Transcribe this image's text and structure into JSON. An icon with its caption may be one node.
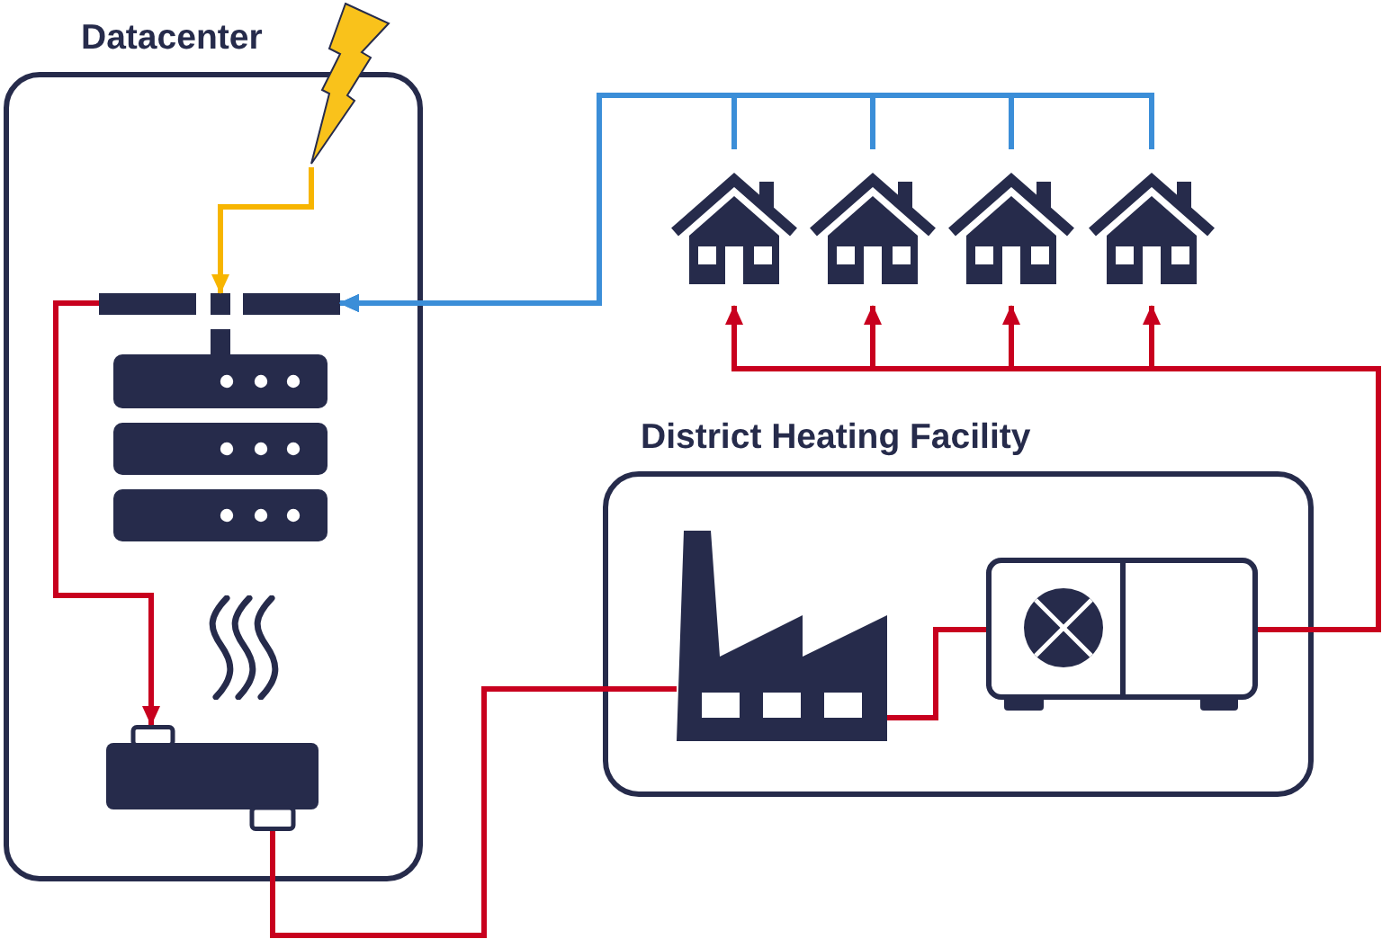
{
  "diagram": {
    "nodes": [
      {
        "text": [
          "Datacenter"
        ]
      },
      {
        "text": [],
        "shape": "picture"
      },
      {
        "text": [],
        "shape": "bar",
        "in": 0
      },
      {
        "text": [],
        "shape": "picture",
        "in": 0
      },
      {
        "text": [],
        "shape": "box",
        "in": 0
      },
      {
        "text": [],
        "shape": "picture"
      },
      {
        "text": [],
        "shape": "picture"
      },
      {
        "text": [],
        "shape": "picture"
      },
      {
        "text": [],
        "shape": "picture"
      },
      {
        "text": [
          "District Heating Facility"
        ]
      },
      {
        "text": [],
        "shape": "picture",
        "in": 9
      },
      {
        "text": [],
        "shape": "picture",
        "in": 9
      }
    ],
    "edges": [
      {
        "from": 1,
        "to": 2,
        "arrow": "to",
        "color": "#f7b500"
      },
      {
        "from": 5,
        "to": 2,
        "arrow": "to",
        "color": "#3b8ed8"
      },
      {
        "from": 6,
        "to": 2,
        "arrow": "to",
        "color": "#3b8ed8"
      },
      {
        "from": 7,
        "to": 2,
        "arrow": "to",
        "color": "#3b8ed8"
      },
      {
        "from": 8,
        "to": 2,
        "arrow": "to",
        "color": "#3b8ed8"
      },
      {
        "from": 2,
        "to": 3,
        "arrow": "none",
        "style": "thick",
        "color": "#262b4b"
      },
      {
        "from": 2,
        "to": 4,
        "arrow": "to"
      },
      {
        "from": 4,
        "to": 10,
        "arrow": "none"
      },
      {
        "from": 10,
        "to": 11,
        "arrow": "none"
      },
      {
        "from": 11,
        "to": 5,
        "arrow": "to"
      },
      {
        "from": 11,
        "to": 6,
        "arrow": "to"
      },
      {
        "from": 11,
        "to": 7,
        "arrow": "to"
      },
      {
        "from": 11,
        "to": 8,
        "arrow": "to"
      }
    ]
  }
}
